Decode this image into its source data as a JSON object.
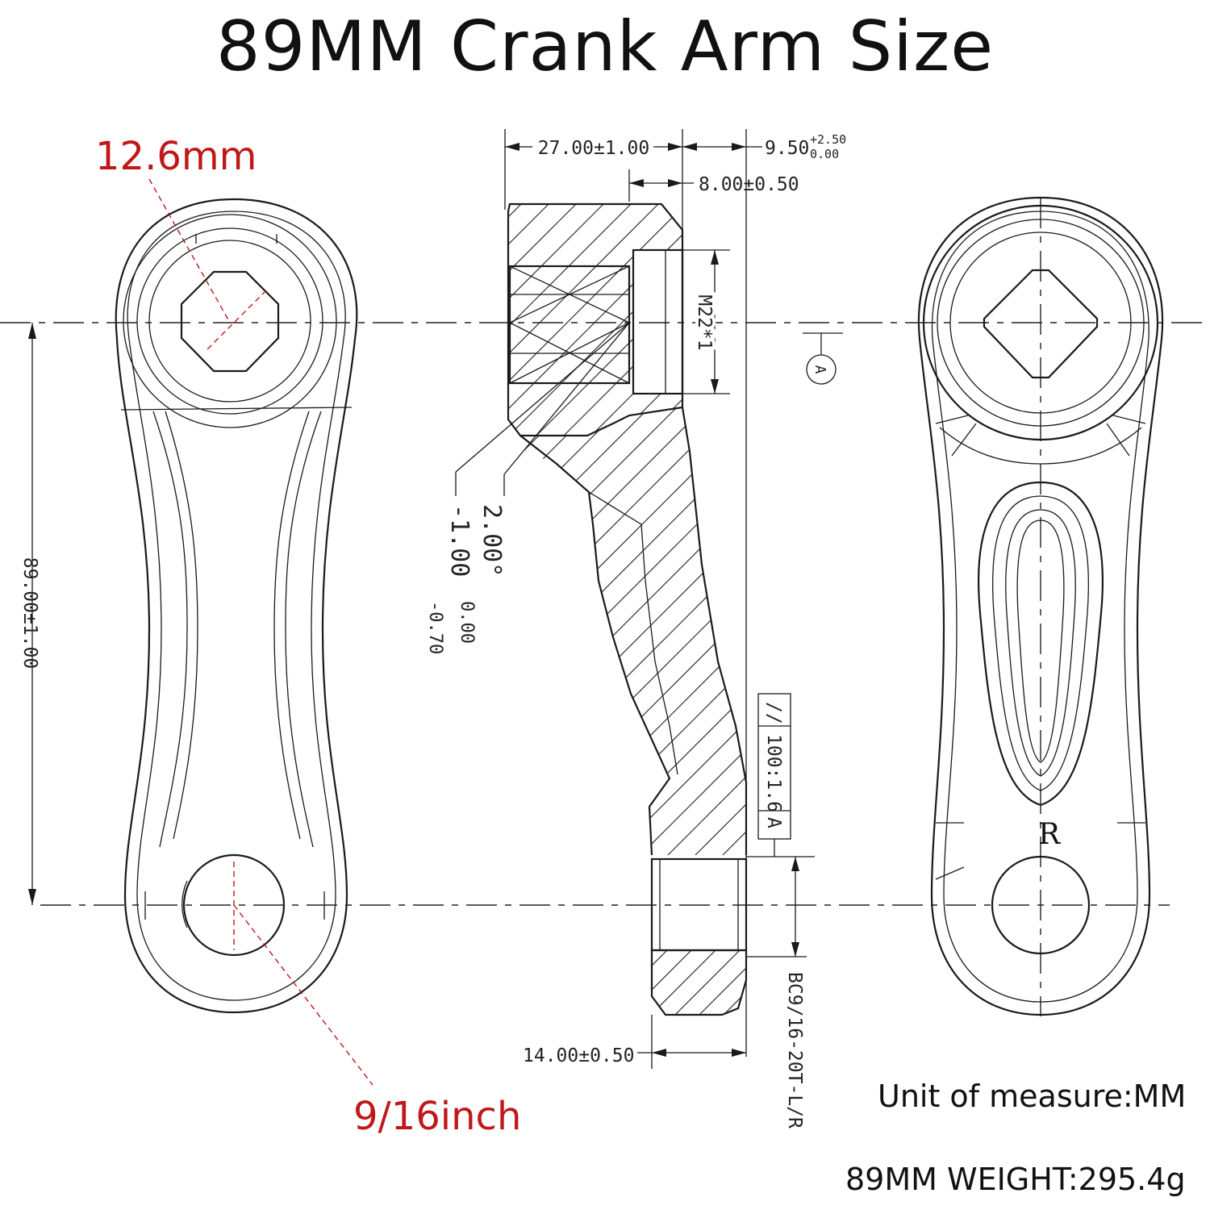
{
  "title": "89MM Crank Arm Size",
  "callouts": {
    "square_taper": "12.6mm",
    "pedal_thread": "9/16inch"
  },
  "dimensions": {
    "length": "89.00±1.00",
    "width_top": "27.00±1.00",
    "offset_a": "9.50",
    "offset_a_tol_upper": "+2.50",
    "offset_a_tol_lower": "0.00",
    "depth": "8.00±0.50",
    "thread": "M22*1",
    "angle": "2.00°",
    "taper": "-1.00",
    "taper_tol_upper": "0.00",
    "taper_tol_lower": "-0.70",
    "pedal_width": "14.00±0.50",
    "pedal_thread_spec": "BC9/16-20T-L/R"
  },
  "tolerance_frame": {
    "symbol": "//",
    "value": "100:1.6",
    "datum": "A"
  },
  "datum_label": "A",
  "side_mark": "R",
  "notes": {
    "unit": "Unit of measure:MM",
    "weight": "89MM WEIGHT:295.4g"
  },
  "colors": {
    "line": "#1a1a1a",
    "callout": "#c01818"
  }
}
